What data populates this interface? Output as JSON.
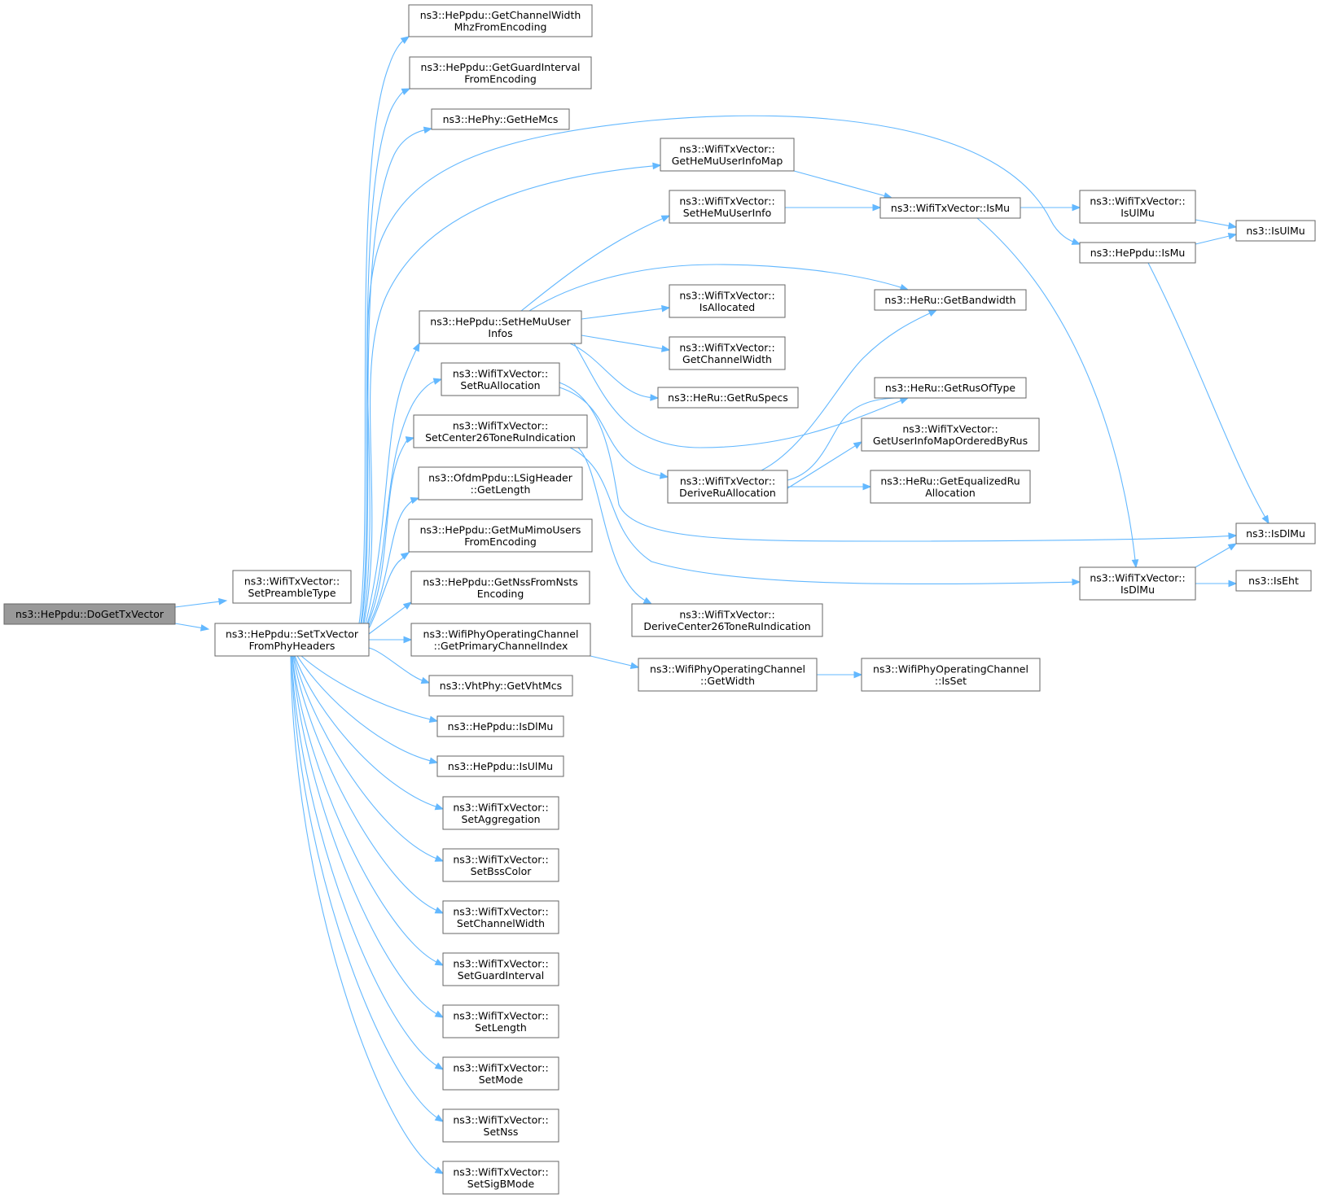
{
  "graph": {
    "colors": {
      "edge": "#63b8ff",
      "node_border": "#666666",
      "root_fill": "#999999",
      "node_fill": "#ffffff"
    },
    "nodes": [
      {
        "id": "n0",
        "lines": [
          "ns3::HePpdu::DoGetTxVector"
        ],
        "root": true
      },
      {
        "id": "n1",
        "lines": [
          "ns3::WifiTxVector::",
          "SetPreambleType"
        ]
      },
      {
        "id": "n2",
        "lines": [
          "ns3::HePpdu::SetTxVector",
          "FromPhyHeaders"
        ]
      },
      {
        "id": "n3",
        "lines": [
          "ns3::HePpdu::GetChannelWidth",
          "MhzFromEncoding"
        ]
      },
      {
        "id": "n4",
        "lines": [
          "ns3::HePpdu::GetGuardInterval",
          "FromEncoding"
        ]
      },
      {
        "id": "n5",
        "lines": [
          "ns3::HePhy::GetHeMcs"
        ]
      },
      {
        "id": "n6",
        "lines": [
          "ns3::HePpdu::SetHeMuUser",
          "Infos"
        ]
      },
      {
        "id": "n7",
        "lines": [
          "ns3::WifiTxVector::",
          "SetRuAllocation"
        ]
      },
      {
        "id": "n8",
        "lines": [
          "ns3::WifiTxVector::",
          "SetCenter26ToneRuIndication"
        ]
      },
      {
        "id": "n9",
        "lines": [
          "ns3::OfdmPpdu::LSigHeader",
          "::GetLength"
        ]
      },
      {
        "id": "n10",
        "lines": [
          "ns3::HePpdu::GetMuMimoUsers",
          "FromEncoding"
        ]
      },
      {
        "id": "n11",
        "lines": [
          "ns3::HePpdu::GetNssFromNsts",
          "Encoding"
        ]
      },
      {
        "id": "n12",
        "lines": [
          "ns3::WifiPhyOperatingChannel",
          "::GetPrimaryChannelIndex"
        ]
      },
      {
        "id": "n13",
        "lines": [
          "ns3::VhtPhy::GetVhtMcs"
        ]
      },
      {
        "id": "n14",
        "lines": [
          "ns3::HePpdu::IsDlMu"
        ]
      },
      {
        "id": "n15",
        "lines": [
          "ns3::HePpdu::IsUlMu"
        ]
      },
      {
        "id": "n16",
        "lines": [
          "ns3::WifiTxVector::",
          "SetAggregation"
        ]
      },
      {
        "id": "n17",
        "lines": [
          "ns3::WifiTxVector::",
          "SetBssColor"
        ]
      },
      {
        "id": "n18",
        "lines": [
          "ns3::WifiTxVector::",
          "SetChannelWidth"
        ]
      },
      {
        "id": "n19",
        "lines": [
          "ns3::WifiTxVector::",
          "SetGuardInterval"
        ]
      },
      {
        "id": "n20",
        "lines": [
          "ns3::WifiTxVector::",
          "SetLength"
        ]
      },
      {
        "id": "n21",
        "lines": [
          "ns3::WifiTxVector::",
          "SetMode"
        ]
      },
      {
        "id": "n22",
        "lines": [
          "ns3::WifiTxVector::",
          "SetNss"
        ]
      },
      {
        "id": "n23",
        "lines": [
          "ns3::WifiTxVector::",
          "SetSigBMode"
        ]
      },
      {
        "id": "n24",
        "lines": [
          "ns3::WifiTxVector::",
          "GetHeMuUserInfoMap"
        ]
      },
      {
        "id": "n25",
        "lines": [
          "ns3::WifiTxVector::",
          "SetHeMuUserInfo"
        ]
      },
      {
        "id": "n26",
        "lines": [
          "ns3::WifiTxVector::",
          "IsAllocated"
        ]
      },
      {
        "id": "n27",
        "lines": [
          "ns3::WifiTxVector::",
          "GetChannelWidth"
        ]
      },
      {
        "id": "n28",
        "lines": [
          "ns3::HeRu::GetRuSpecs"
        ]
      },
      {
        "id": "n29",
        "lines": [
          "ns3::WifiTxVector::",
          "DeriveRuAllocation"
        ]
      },
      {
        "id": "n30",
        "lines": [
          "ns3::WifiTxVector::",
          "DeriveCenter26ToneRuIndication"
        ]
      },
      {
        "id": "n31",
        "lines": [
          "ns3::WifiPhyOperatingChannel",
          "::GetWidth"
        ]
      },
      {
        "id": "n32",
        "lines": [
          "ns3::WifiTxVector::IsMu"
        ]
      },
      {
        "id": "n33",
        "lines": [
          "ns3::HeRu::GetBandwidth"
        ]
      },
      {
        "id": "n34",
        "lines": [
          "ns3::HeRu::GetRusOfType"
        ]
      },
      {
        "id": "n35",
        "lines": [
          "ns3::WifiTxVector::",
          "GetUserInfoMapOrderedByRus"
        ]
      },
      {
        "id": "n36",
        "lines": [
          "ns3::HeRu::GetEqualizedRu",
          "Allocation"
        ]
      },
      {
        "id": "n37",
        "lines": [
          "ns3::WifiPhyOperatingChannel",
          "::IsSet"
        ]
      },
      {
        "id": "n38",
        "lines": [
          "ns3::WifiTxVector::",
          "IsUlMu"
        ]
      },
      {
        "id": "n39",
        "lines": [
          "ns3::HePpdu::IsMu"
        ]
      },
      {
        "id": "n40",
        "lines": [
          "ns3::WifiTxVector::",
          "IsDlMu"
        ]
      },
      {
        "id": "n41",
        "lines": [
          "ns3::IsUlMu"
        ]
      },
      {
        "id": "n42",
        "lines": [
          "ns3::IsDlMu"
        ]
      },
      {
        "id": "n43",
        "lines": [
          "ns3::IsEht"
        ]
      }
    ]
  }
}
